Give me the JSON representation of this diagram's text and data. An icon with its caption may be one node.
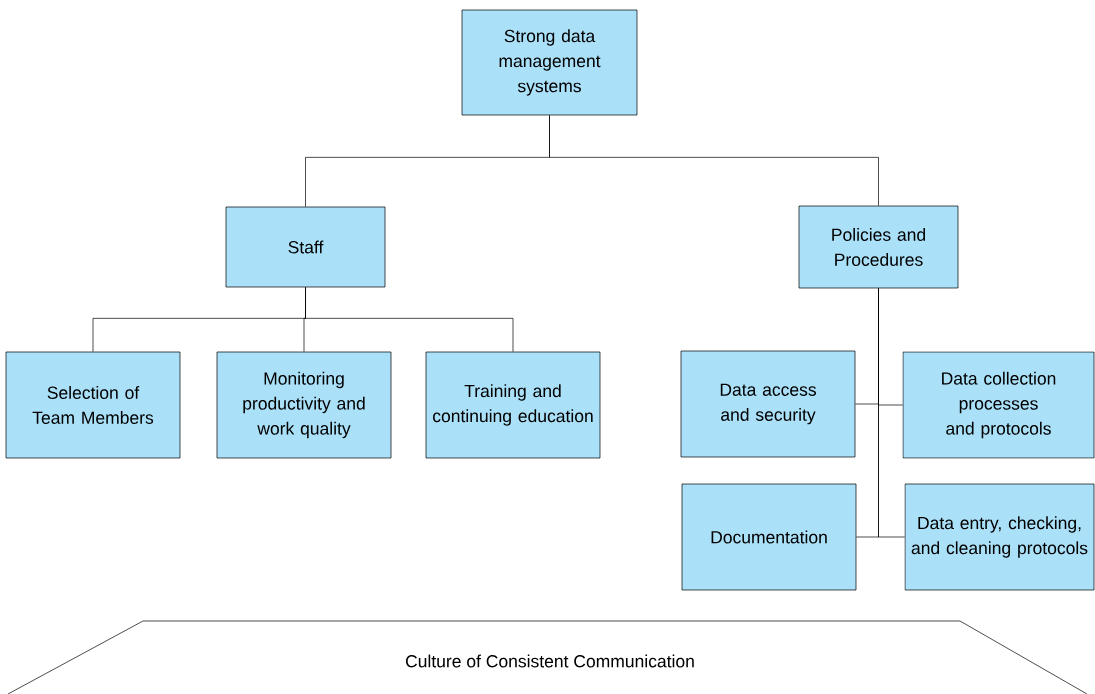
{
  "diagram": {
    "nodes": [
      {
        "text": [
          "Strong data management systems"
        ]
      },
      {
        "text": [
          "Staff"
        ]
      },
      {
        "text": [
          "Policies and Procedures"
        ]
      },
      {
        "text": [
          "Selection of Team Members"
        ]
      },
      {
        "text": [
          "Monitoring productivity and work quality"
        ]
      },
      {
        "text": [
          "Training and continuing education"
        ]
      },
      {
        "text": [
          "Data access and security"
        ]
      },
      {
        "text": [
          "Data collection processes and protocols"
        ]
      },
      {
        "text": [
          "Documentation"
        ]
      },
      {
        "text": [
          "Data entry, checking, and cleaning protocols"
        ]
      },
      {
        "text": [
          "Culture of Consistent Communication"
        ]
      }
    ],
    "edges": [
      {
        "from": 0,
        "to": 1,
        "arrow": "none"
      },
      {
        "from": 0,
        "to": 2,
        "arrow": "none"
      },
      {
        "from": 1,
        "to": 3,
        "arrow": "none"
      },
      {
        "from": 1,
        "to": 4,
        "arrow": "none"
      },
      {
        "from": 1,
        "to": 5,
        "arrow": "none"
      },
      {
        "from": 2,
        "to": 6,
        "arrow": "none"
      },
      {
        "from": 2,
        "to": 7,
        "arrow": "none"
      },
      {
        "from": 2,
        "to": 8,
        "arrow": "none"
      },
      {
        "from": 2,
        "to": 9,
        "arrow": "none"
      }
    ]
  }
}
